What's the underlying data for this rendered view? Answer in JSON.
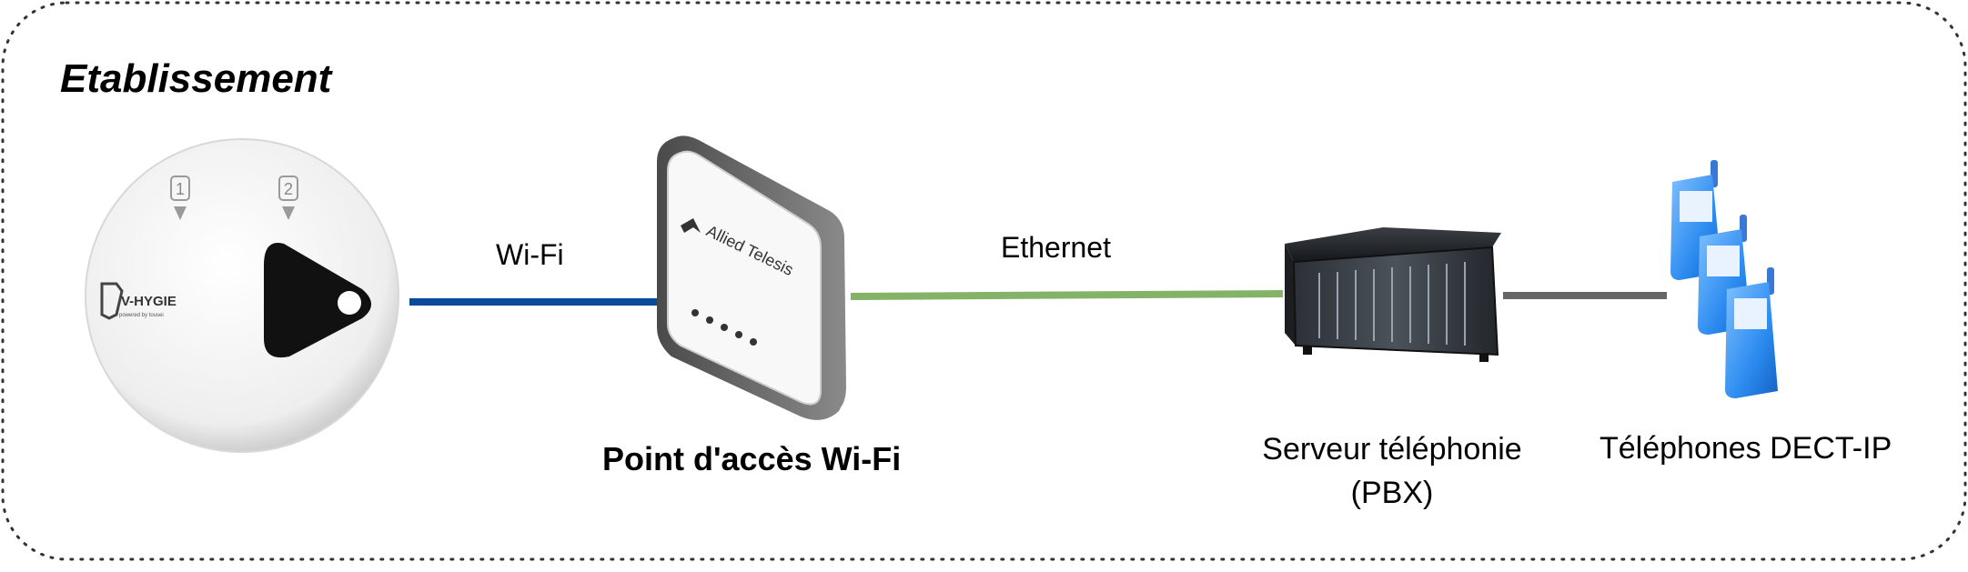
{
  "container": {
    "title": "Etablissement"
  },
  "links": {
    "wifi_label": "Wi-Fi",
    "ethernet_label": "Ethernet"
  },
  "devices": {
    "sensor": {
      "brand_text": "V-HYGIE",
      "brand_subtext": "powered by tousei",
      "buttons": [
        "1",
        "2"
      ]
    },
    "access_point": {
      "brand_text": "Allied Telesis",
      "label": "Point d'accès Wi-Fi"
    },
    "pbx_server": {
      "label_line1": "Serveur téléphonie",
      "label_line2": "(PBX)"
    },
    "phones": {
      "label": "Téléphones DECT-IP"
    }
  },
  "colors": {
    "wifi_link": "#0a4a9a",
    "ethernet_link": "#82b366",
    "phone_link": "#666666",
    "border": "#333333"
  }
}
